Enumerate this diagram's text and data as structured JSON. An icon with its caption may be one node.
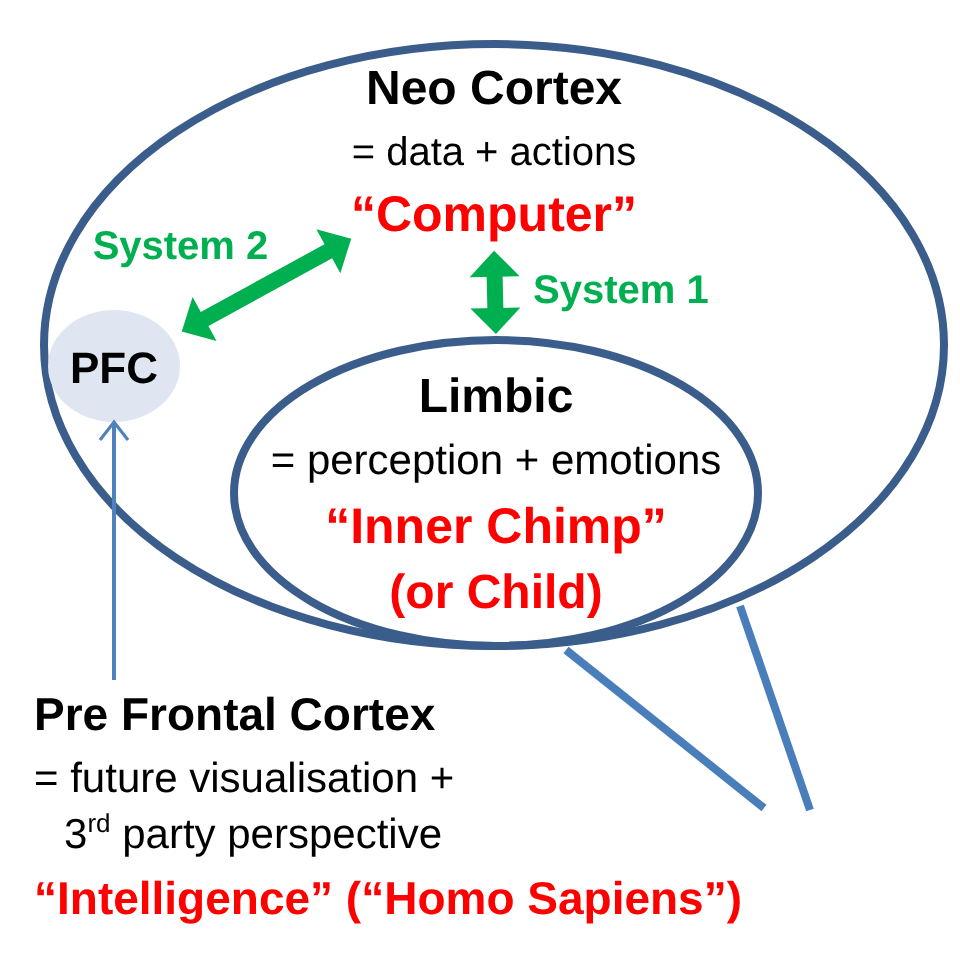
{
  "diagram": {
    "nodes": [
      {
        "text": [
          "Neo Cortex",
          "= data + actions"
        ]
      },
      {
        "text": [
          "“Computer”"
        ],
        "in": 0
      },
      {
        "text": [
          "PFC"
        ],
        "in": 0
      },
      {
        "text": [
          "Limbic",
          "= perception + emotions",
          "“Inner Chimp”",
          "(or Child)"
        ],
        "in": 0
      },
      {
        "text": [
          "Pre Frontal Cortex",
          "= future visualisation + 3$^{rd}$ party perspective",
          "“Intelligence” (“Homo Sapiens”)"
        ]
      }
    ],
    "edges": [
      {
        "from": 2,
        "to": 1,
        "arrow": "both",
        "label": "System 2"
      },
      {
        "from": 1,
        "to": 3,
        "arrow": "both",
        "label": "System 1"
      },
      {
        "from": 4,
        "to": 2,
        "arrow": "to",
        "color": "#4f81bd"
      }
    ]
  }
}
